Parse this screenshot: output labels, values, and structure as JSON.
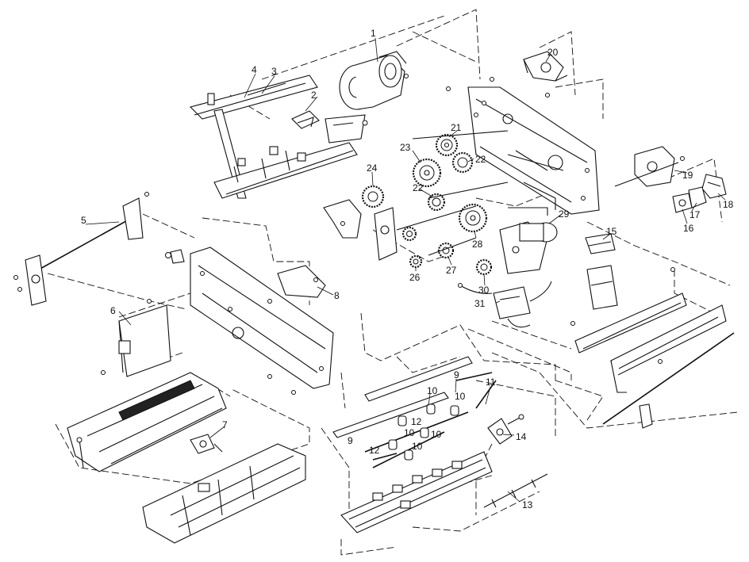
{
  "diagram": {
    "part_labels": [
      "1",
      "2",
      "3",
      "4",
      "5",
      "6",
      "7",
      "8",
      "9",
      "10",
      "11",
      "12",
      "13",
      "14",
      "15",
      "16",
      "17",
      "18",
      "19",
      "20",
      "21",
      "22",
      "23",
      "24",
      "26",
      "27",
      "28",
      "29",
      "30",
      "31"
    ]
  },
  "callouts": {
    "c1": "1",
    "c2": "2",
    "c3": "3",
    "c4": "4",
    "c5": "5",
    "c6": "6",
    "c7": "7",
    "c8": "8",
    "c9a": "9",
    "c9b": "9",
    "c10a": "10",
    "c10b": "10",
    "c10c": "10",
    "c10d": "10",
    "c10e": "10",
    "c11": "11",
    "c12a": "12",
    "c12b": "12",
    "c13": "13",
    "c14": "14",
    "c15": "15",
    "c16": "16",
    "c17": "17",
    "c18": "18",
    "c19": "19",
    "c20": "20",
    "c21": "21",
    "c22a": "22",
    "c22b": "22",
    "c23": "23",
    "c24": "24",
    "c26": "26",
    "c27": "27",
    "c28": "28",
    "c29": "29",
    "c30": "30",
    "c31": "31"
  }
}
